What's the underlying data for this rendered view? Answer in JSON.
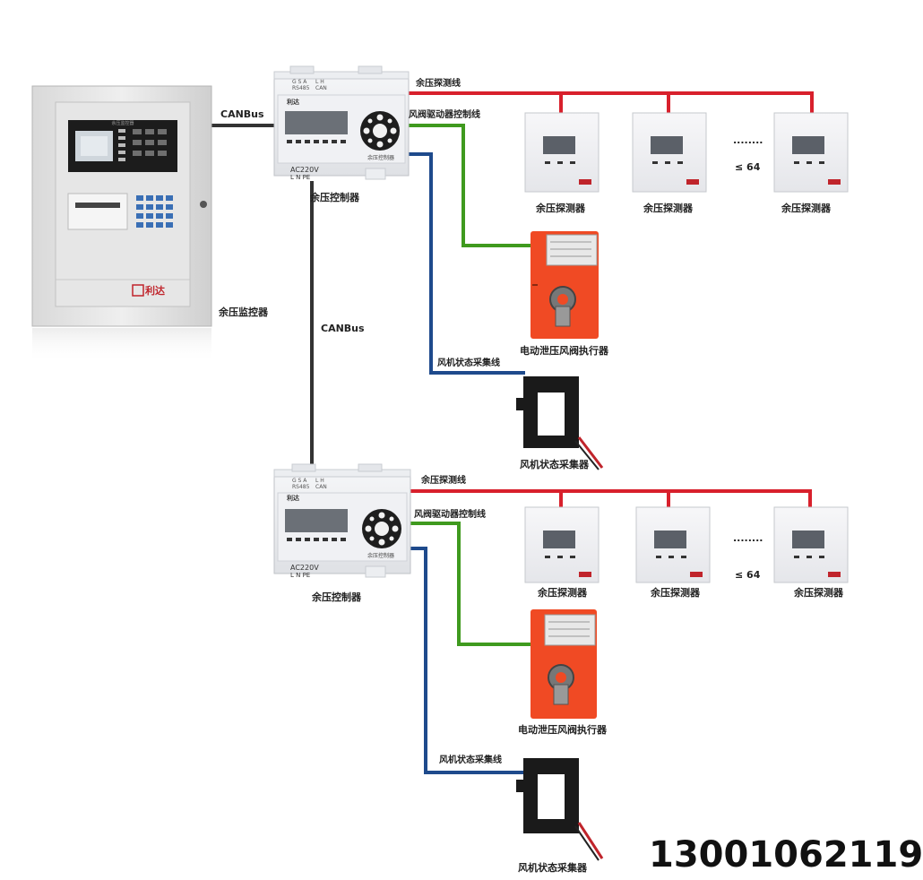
{
  "monitor": {
    "label": "余压监控器",
    "brand": "利达",
    "screen_title": "余压监控器"
  },
  "bus_labels": {
    "canbus_top": "CANBus",
    "canbus_vertical": "CANBus"
  },
  "groups": [
    {
      "controller": {
        "label": "余压控制器",
        "brand": "利达",
        "top_terminals_1": "G S A",
        "top_terminals_2": "RS485",
        "top_terminals_3": "L H",
        "top_terminals_4": "CAN",
        "bottom_voltage": "AC220V",
        "bottom_terminals": "L  N  PE",
        "panel_name": "余压控制器"
      },
      "lines": {
        "detect_line": "余压探测线",
        "damper_control_line": "风阀驱动器控制线",
        "fan_status_line": "风机状态采集线"
      },
      "detectors": [
        {
          "label": "余压探测器"
        },
        {
          "label": "余压探测器"
        },
        {
          "label": "余压探测器"
        }
      ],
      "ellipsis": "........",
      "max_count": "≤ 64",
      "actuator": {
        "label": "电动泄压风阀执行器"
      },
      "collector": {
        "label": "风机状态采集器"
      }
    },
    {
      "controller": {
        "label": "余压控制器",
        "brand": "利达",
        "top_terminals_1": "G S A",
        "top_terminals_2": "RS485",
        "top_terminals_3": "L H",
        "top_terminals_4": "CAN",
        "bottom_voltage": "AC220V",
        "bottom_terminals": "L  N  PE",
        "panel_name": "余压控制器"
      },
      "lines": {
        "detect_line": "余压探测线",
        "damper_control_line": "风阀驱动器控制线",
        "fan_status_line": "风机状态采集线"
      },
      "detectors": [
        {
          "label": "余压探测器"
        },
        {
          "label": "余压探测器"
        },
        {
          "label": "余压探测器"
        }
      ],
      "ellipsis": "........",
      "max_count": "≤ 64",
      "actuator": {
        "label": "电动泄压风阀执行器"
      },
      "collector": {
        "label": "风机状态采集器"
      }
    }
  ],
  "phone": "13001062119",
  "colors": {
    "detect_line": "#d8202c",
    "damper_line": "#3f9a1e",
    "fan_line": "#1e4a8c",
    "bus_line": "#333333",
    "actuator": "#f04a24"
  }
}
